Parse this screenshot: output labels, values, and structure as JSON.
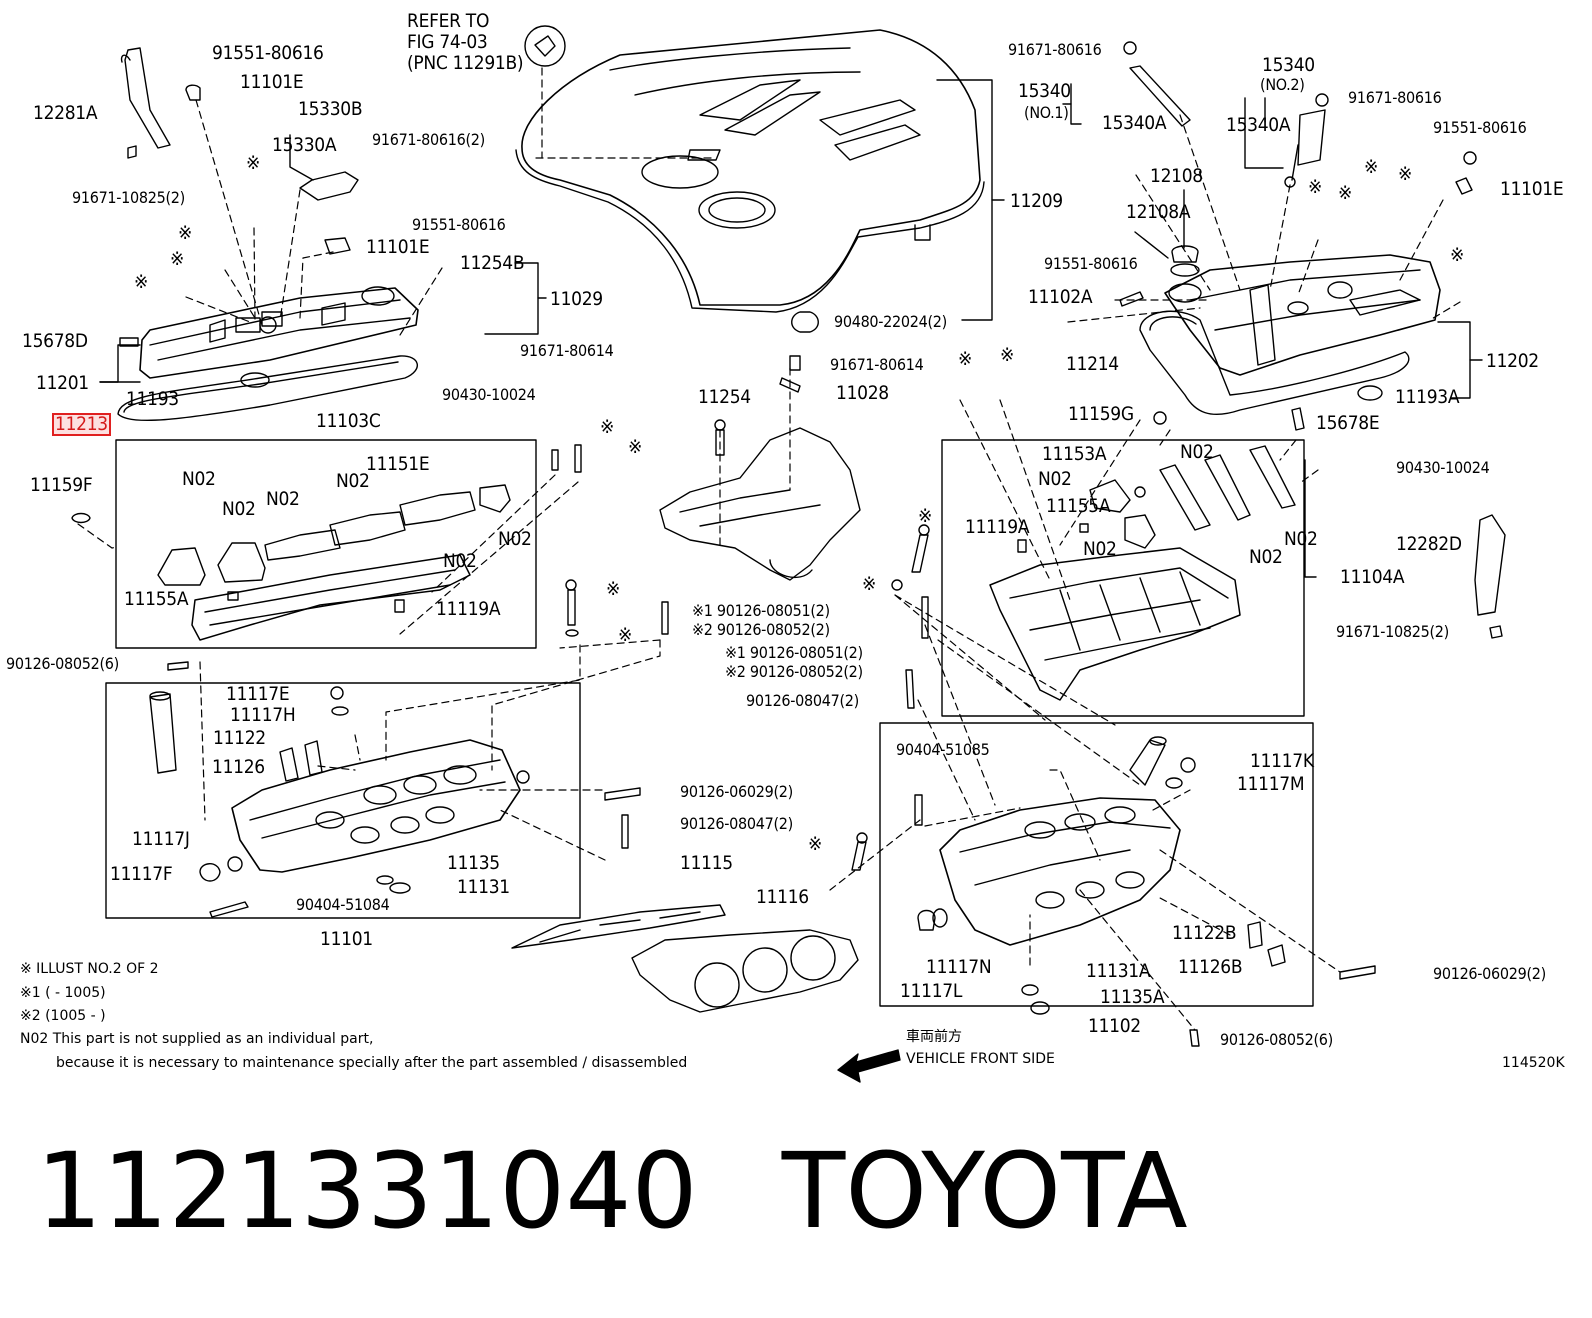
{
  "diagram": {
    "refer_lines": [
      "REFER TO",
      "FIG 74-03",
      "(PNC 11291B)"
    ],
    "left": {
      "p91551_80616_a": "91551-80616",
      "p11101E_a": "11101E",
      "p12281A": "12281A",
      "p15330B": "15330B",
      "p15330A": "15330A",
      "p91671_80616_2_a": "91671-80616(2)",
      "p91671_10825_2_a": "91671-10825(2)",
      "p91551_80616_b": "91551-80616",
      "p11101E_b": "11101E",
      "p11254B": "11254B",
      "p11029": "11029",
      "p15678D": "15678D",
      "p91671_80614_a": "91671-80614",
      "p11201": "11201",
      "p11193": "11193",
      "p90430_10024_a": "90430-10024",
      "p11213": "11213",
      "p11103C": "11103C",
      "p11159F": "11159F",
      "p11151E": "11151E",
      "n02_1": "N02",
      "n02_2": "N02",
      "n02_3": "N02",
      "n02_4": "N02",
      "n02_5": "N02",
      "n02_6": "N02",
      "p11155A_a": "11155A",
      "p11119A_a": "11119A",
      "p90126_08052_6_a": "90126-08052(6)",
      "p11117E": "11117E",
      "p11117H": "11117H",
      "p11122": "11122",
      "p11126": "11126",
      "p11117J": "11117J",
      "p11117F": "11117F",
      "p11135": "11135",
      "p11131": "11131",
      "p90404_51084": "90404-51084",
      "p11101": "11101",
      "p90126_06029_2_a": "90126-06029(2)",
      "p90126_08047_2_a": "90126-08047(2)",
      "p11115": "11115",
      "p11116": "11116"
    },
    "center": {
      "p11209": "11209",
      "p90480_22024_2": "90480-22024(2)",
      "p91671_80614_b": "91671-80614",
      "p11028": "11028",
      "p11254": "11254",
      "s1_90126_08051_2_a": "※1 90126-08051(2)",
      "s2_90126_08052_2_a": "※2 90126-08052(2)",
      "s1_90126_08051_2_b": "※1 90126-08051(2)",
      "s2_90126_08052_2_b": "※2 90126-08052(2)",
      "p90126_08047_2_b": "90126-08047(2)"
    },
    "right": {
      "p91671_80616_a": "91671-80616",
      "p15340_top": "15340",
      "p15340_no2": "(NO.2)",
      "p91671_80616_b": "91671-80616",
      "p15340_no1": "15340",
      "p15340_no1_sub": "(NO.1)",
      "p15340A_a": "15340A",
      "p15340A_b": "15340A",
      "p91551_80616_c": "91551-80616",
      "p12108": "12108",
      "p12108A": "12108A",
      "p11101E_c": "11101E",
      "p91551_80616_d": "91551-80616",
      "p11102A": "11102A",
      "p11214": "11214",
      "p11202": "11202",
      "p11193A": "11193A",
      "p11159G": "11159G",
      "p15678E": "15678E",
      "p11153A": "11153A",
      "n02_7": "N02",
      "n02_8": "N02",
      "n02_9": "N02",
      "n02_10": "N02",
      "n02_11": "N02",
      "p90430_10024_b": "90430-10024",
      "p11155A_b": "11155A",
      "p11119A_b": "11119A",
      "p11104A": "11104A",
      "p12282D": "12282D",
      "p91671_10825_2_b": "91671-10825(2)",
      "p90404_51085": "90404-51085",
      "p11117K": "11117K",
      "p11117M": "11117M",
      "p11122B": "11122B",
      "p11126B": "11126B",
      "p11117N": "11117N",
      "p11117L": "11117L",
      "p11131A": "11131A",
      "p11135A": "11135A",
      "p11102": "11102",
      "p90126_06029_2_b": "90126-06029(2)",
      "p90126_08052_6_b": "90126-08052(6)"
    },
    "notes": {
      "illust": "※ ILLUST NO.2 OF 2",
      "r1": "※1 (        - 1005)",
      "r2": "※2 (1005 -        )",
      "n02_a": "N02 This part is not supplied as an individual part,",
      "n02_b": "because it is necessary to maintenance specially after the part assembled / disassembled",
      "front_jp": "車両前方",
      "front_en": "VEHICLE FRONT SIDE",
      "illust_code": "114520K"
    },
    "mark": "※"
  },
  "footer": {
    "part_number": "1121331040",
    "brand": "TOYOTA"
  }
}
